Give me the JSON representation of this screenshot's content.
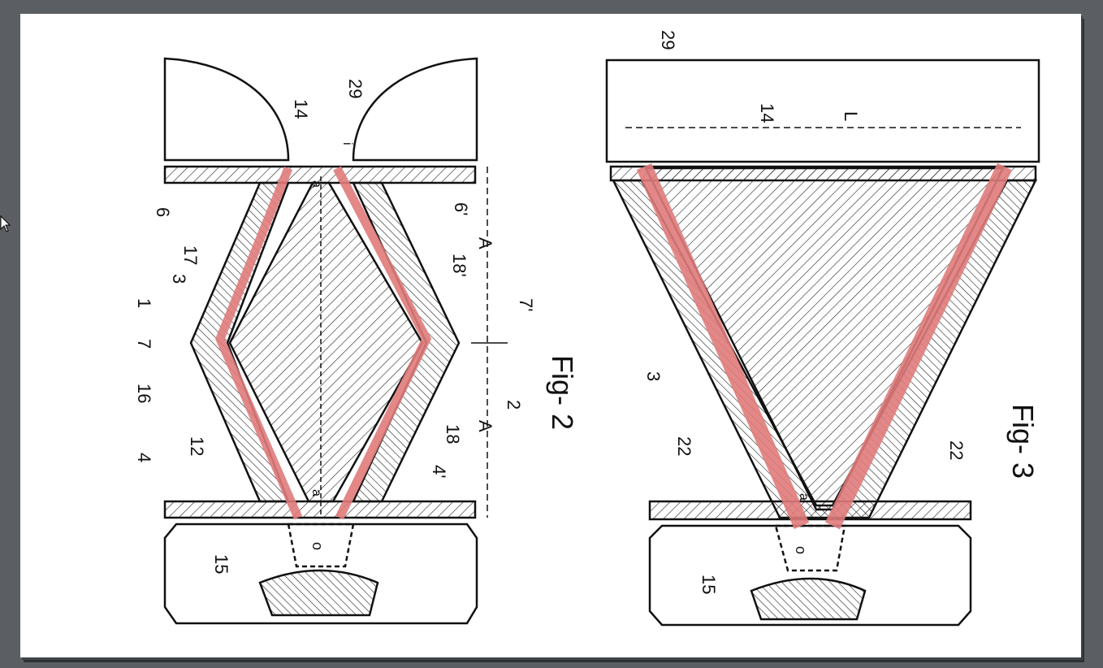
{
  "viewer": {
    "background_color": "#5b5f63",
    "page_color": "#ffffff",
    "cursor_icon": "arrow-cursor"
  },
  "document": {
    "highlight_color": "#e07b7b",
    "fig2": {
      "caption": "Fig- 2",
      "labels": [
        "29",
        "14",
        "6",
        "6'",
        "17",
        "3",
        "18'",
        "7'",
        "1",
        "7",
        "16",
        "2",
        "A",
        "A",
        "18",
        "12",
        "4",
        "4'",
        "a",
        "a",
        "i",
        "o",
        "15"
      ]
    },
    "fig3": {
      "caption": "Fig- 3",
      "labels": [
        "29",
        "14",
        "L",
        "3",
        "22",
        "22",
        "a",
        "o",
        "15"
      ]
    }
  }
}
